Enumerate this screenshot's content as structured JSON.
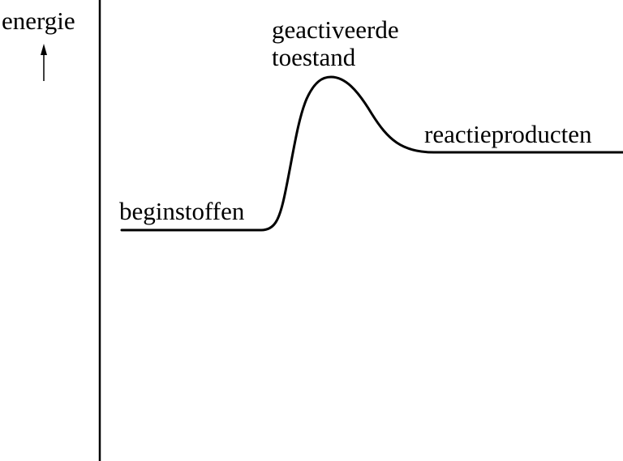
{
  "diagram": {
    "type": "energy-diagram",
    "axis": {
      "y_label": "energie",
      "arrow_direction": "up"
    },
    "labels": {
      "peak_line1": "geactiveerde",
      "peak_line2": "toestand",
      "start": "beginstoffen",
      "end": "reactieproducten"
    },
    "colors": {
      "stroke": "#000000",
      "background": "#ffffff"
    },
    "levels": {
      "start_energy_relative": "low",
      "peak_energy_relative": "highest",
      "end_energy_relative": "medium"
    }
  }
}
